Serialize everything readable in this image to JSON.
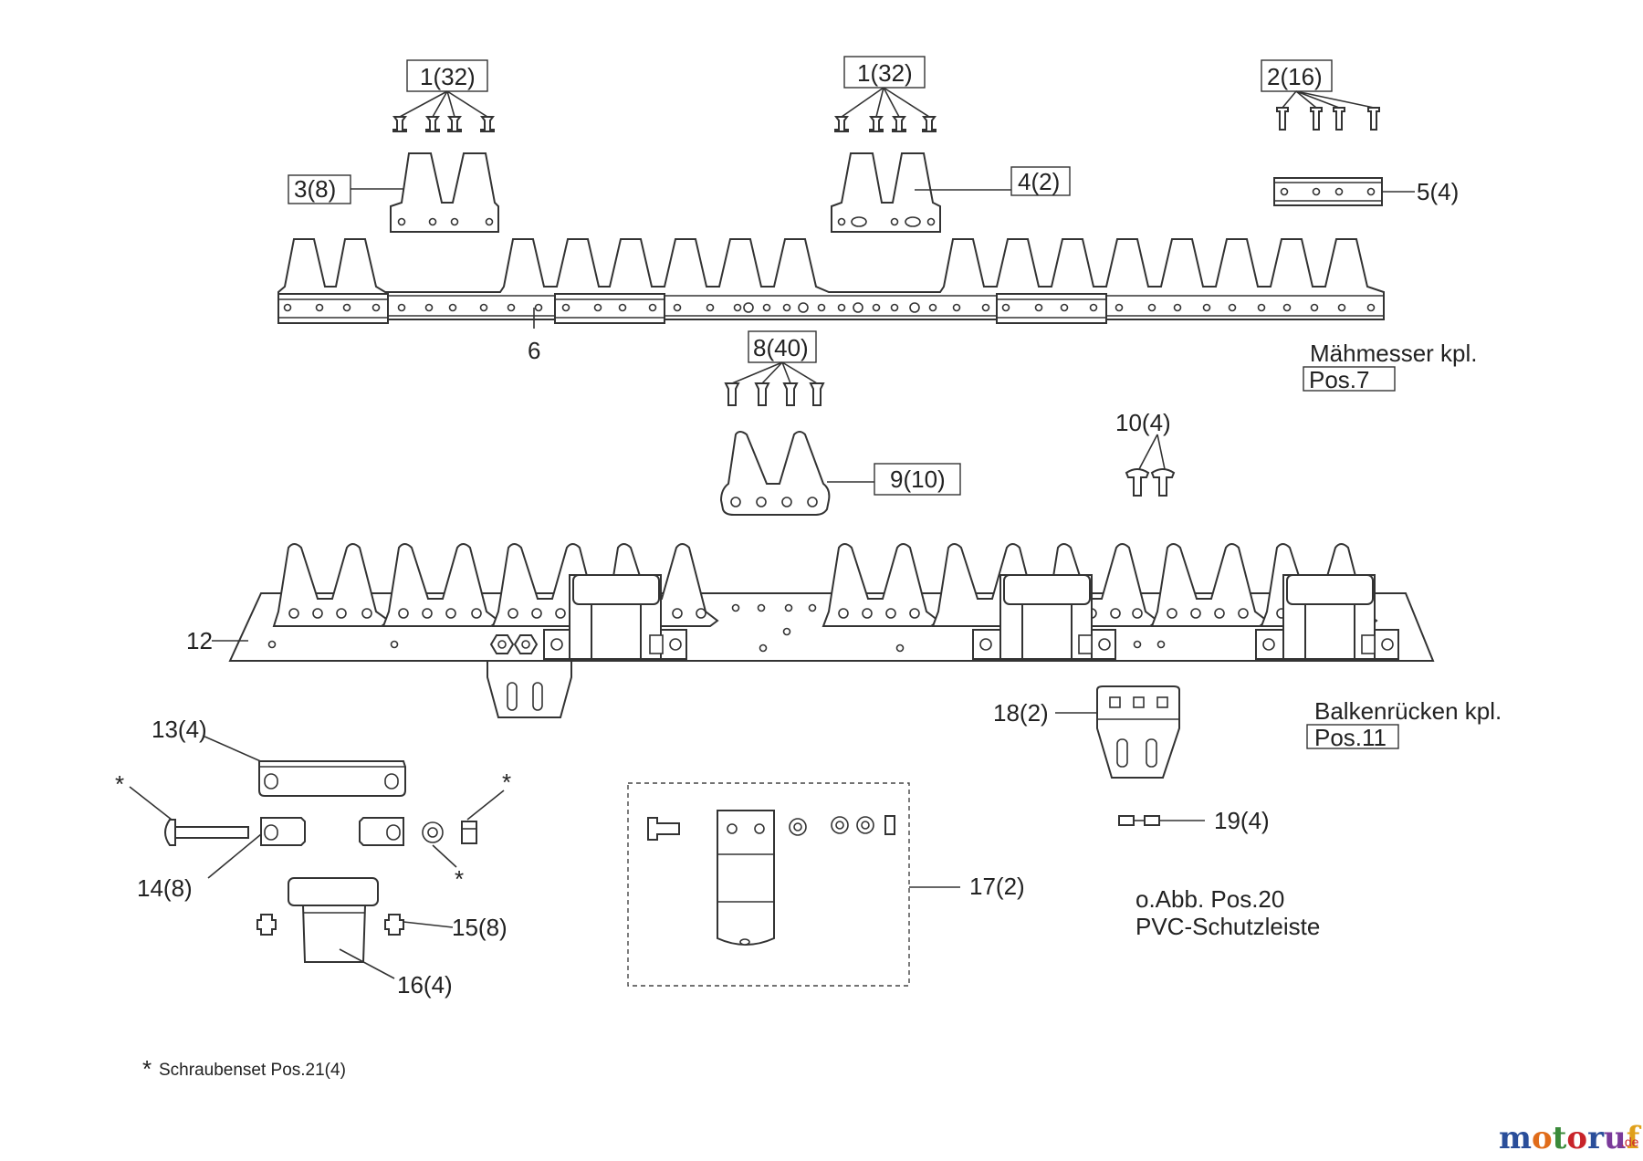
{
  "labels": {
    "p1a": "1(32)",
    "p1b": "1(32)",
    "p2": "2(16)",
    "p3": "3(8)",
    "p4": "4(2)",
    "p5": "5(4)",
    "p6": "6",
    "assembly_knife": "Mähmesser kpl.",
    "assembly_knife_pos": "Pos.7",
    "p8": "8(40)",
    "p10": "10(4)",
    "p9": "9(10)",
    "p12": "12",
    "p13": "13(4)",
    "p18": "18(2)",
    "assembly_bar": "Balkenrücken kpl.",
    "assembly_bar_pos": "Pos.11",
    "star": "*",
    "p19": "19(4)",
    "p14": "14(8)",
    "p17": "17(2)",
    "p15": "15(8)",
    "p16": "16(4)",
    "note_line1": "o.Abb. Pos.20",
    "note_line2": "PVC-Schutzleiste",
    "footnote_star": "*",
    "footnote_text": "Schraubenset Pos.21(4)"
  },
  "watermark": {
    "text": "motoruf",
    "suffix": ".de",
    "colors": [
      "#2a4e9a",
      "#e06c1a",
      "#3a8a3a",
      "#c8242a",
      "#2a4e9a",
      "#7a3a9a",
      "#e0a01a"
    ]
  }
}
